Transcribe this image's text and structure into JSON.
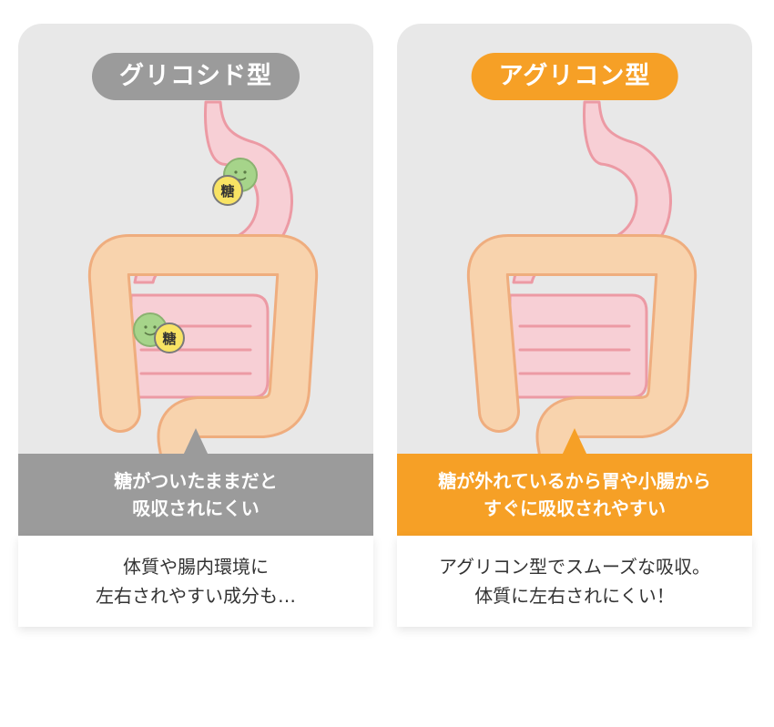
{
  "colors": {
    "glycoside": "#9b9b9b",
    "aglycone": "#f6a026",
    "stomach_fill": "#f7cfd5",
    "stomach_stroke": "#ec9aa4",
    "colon_fill": "#f8d3ad",
    "colon_stroke": "#efad7e",
    "molecule_green": "#a6d48a",
    "molecule_yellow": "#f8e364"
  },
  "panels": [
    {
      "title": "グリコシド型",
      "banner": [
        "糖がついたままだと",
        "吸収されにくい"
      ],
      "description": [
        "体質や腸内環境に",
        "左右されやすい成分も…"
      ],
      "molecule_label": "糖"
    },
    {
      "title": "アグリコン型",
      "banner": [
        "糖が外れているから胃や小腸から",
        "すぐに吸収されやすい"
      ],
      "description": [
        "アグリコン型でスムーズな吸収。",
        "体質に左右されにくい！"
      ]
    }
  ]
}
